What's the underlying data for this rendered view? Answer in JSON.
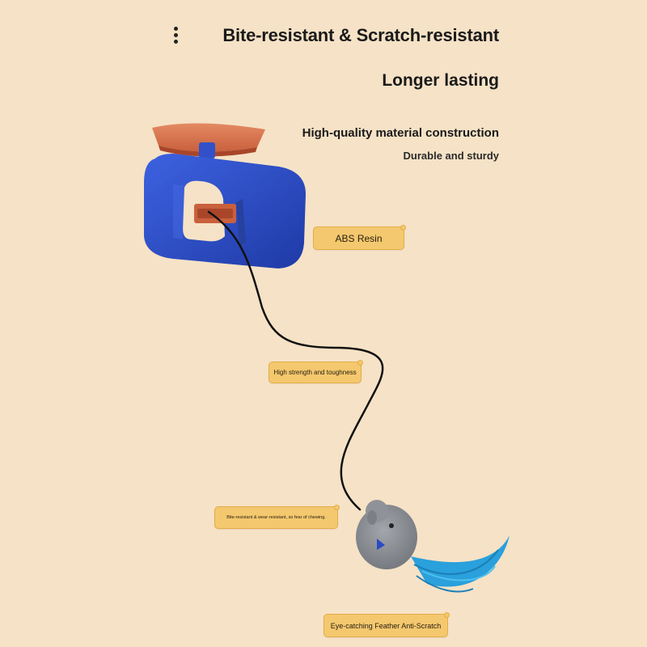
{
  "header": {
    "menu_icon": "vertical-ellipsis-icon",
    "headline": "Bite-resistant & Scratch-resistant",
    "subheadline": "Longer lasting"
  },
  "feature": {
    "title": "High-quality material construction",
    "subtitle": "Durable and sturdy"
  },
  "callouts": [
    {
      "label": "ABS Resin"
    },
    {
      "label": "High strength and toughness"
    },
    {
      "label": "Bite-resistant & wear-resistant, so fear of chewing."
    },
    {
      "label": "Eye-catching Feather Anti-Scratch"
    }
  ],
  "colors": {
    "background": "#f6e2c6",
    "toy_body": "#2a4bc4",
    "mount_plate": "#d9764f",
    "callout_fill": "#f4c86e",
    "feather": "#2aa0dc",
    "mouse_fur": "#8b8f95"
  }
}
